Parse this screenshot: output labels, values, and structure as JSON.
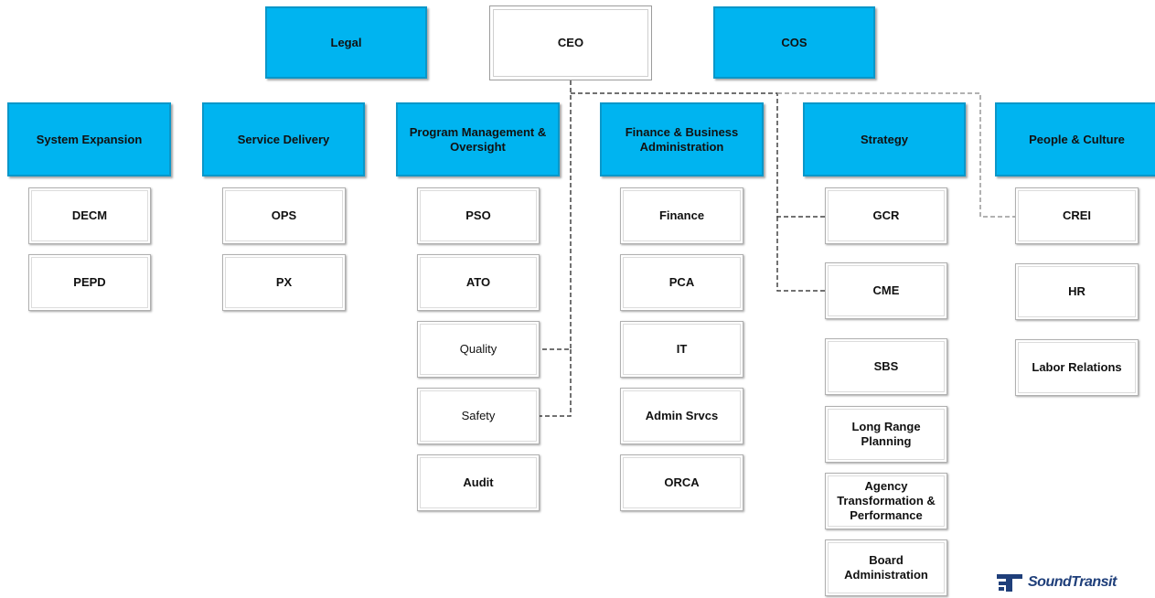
{
  "top": {
    "legal": "Legal",
    "ceo": "CEO",
    "cos": "COS"
  },
  "departments": {
    "system_expansion": {
      "title": "System Expansion",
      "units": [
        "DECM",
        "PEPD"
      ]
    },
    "service_delivery": {
      "title": "Service Delivery",
      "units": [
        "OPS",
        "PX"
      ]
    },
    "program_management": {
      "title": "Program Management & Oversight",
      "units": [
        "PSO",
        "ATO",
        "Quality",
        "Safety",
        "Audit"
      ]
    },
    "finance": {
      "title": "Finance & Business Administration",
      "units": [
        "Finance",
        "PCA",
        "IT",
        "Admin Srvcs",
        "ORCA"
      ]
    },
    "strategy": {
      "title": "Strategy",
      "units": [
        "GCR",
        "CME",
        "SBS",
        "Long Range Planning",
        "Agency Transformation & Performance",
        "Board Administration"
      ]
    },
    "people_culture": {
      "title": "People & Culture",
      "units": [
        "CREI",
        "HR",
        "Labor Relations"
      ]
    }
  },
  "logo": {
    "text": "SoundTransit"
  },
  "colors": {
    "department_fill": "#00b4f0",
    "department_border": "#0a97c9",
    "connector": "#555555",
    "logo": "#1f3f7a"
  }
}
